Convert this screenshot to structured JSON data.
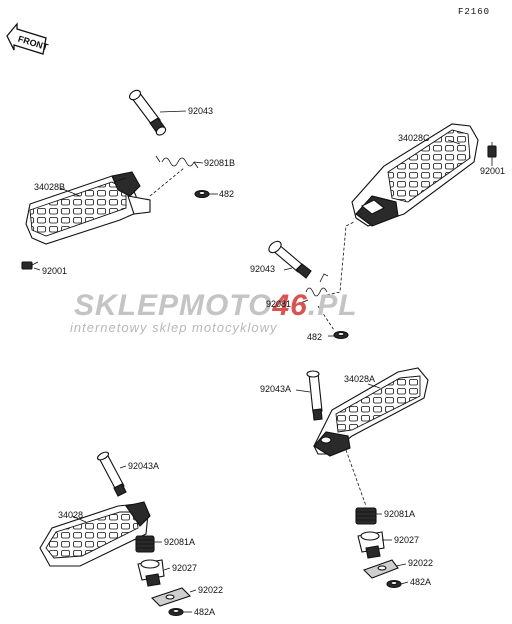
{
  "diagram_code": "F2160",
  "front_label": "FRONT",
  "watermark": {
    "brand_part1": "SKLEP",
    "brand_part2": "MOTO",
    "brand_part3": "46",
    "brand_part4": ".PL",
    "tagline": "internetowy sklep motocyklowy",
    "colors": {
      "gray": "#c4c4c4",
      "red": "#d9534f"
    }
  },
  "labels": {
    "p92043_top": "92043",
    "p92081b": "92081B",
    "p482_top": "482",
    "p34028b": "34028B",
    "p92001_left": "92001",
    "p34028c": "34028C",
    "p92001_right": "92001",
    "p92043_mid": "92043",
    "p92081": "92081",
    "p482_mid": "482",
    "p92043a_right": "92043A",
    "p34028a": "34028A",
    "p92081a_right": "92081A",
    "p92027_right": "92027",
    "p92022_right": "92022",
    "p482a_right": "482A",
    "p92043a_left": "92043A",
    "p34028": "34028",
    "p92081a_left": "92081A",
    "p92027_left": "92027",
    "p92022_left": "92022",
    "p482a_left": "482A"
  }
}
